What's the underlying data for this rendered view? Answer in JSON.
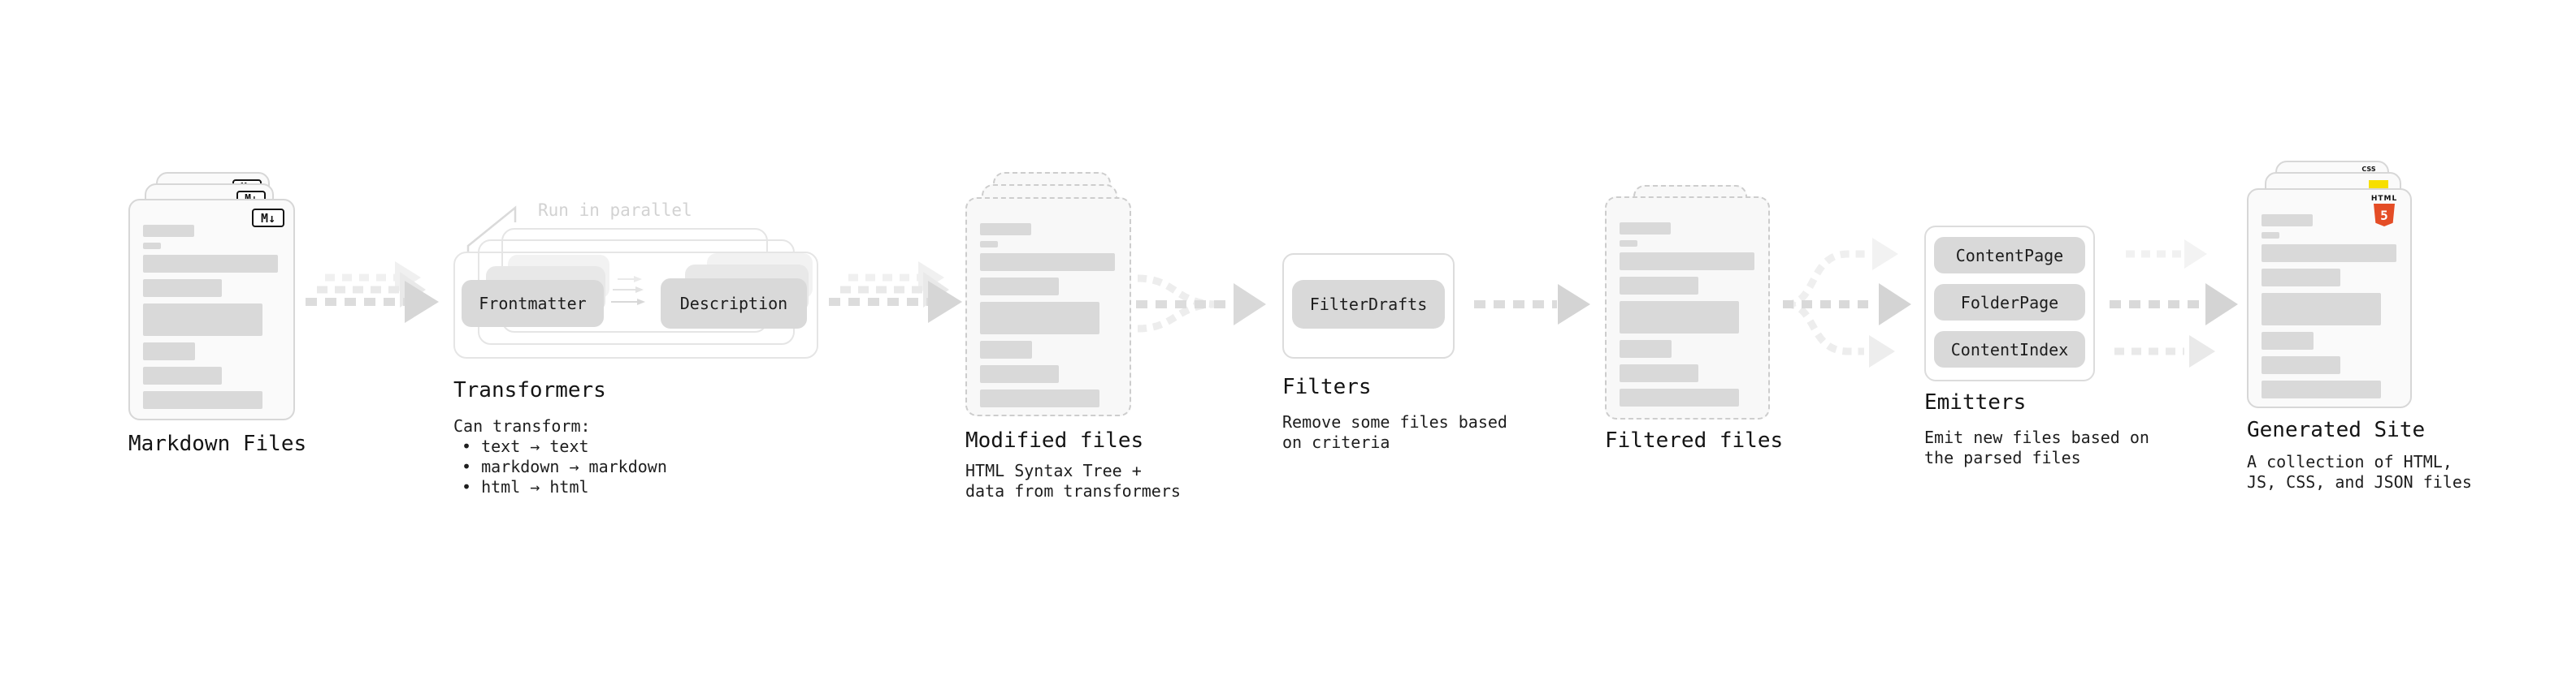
{
  "stages": {
    "markdown_files": {
      "title": "Markdown Files",
      "badge": "M↓"
    },
    "transformers": {
      "title": "Transformers",
      "callout": "Run in parallel",
      "frontmatter_button": "Frontmatter",
      "description_button": "Description",
      "notes": [
        "Can transform:",
        "• text → text",
        "• markdown → markdown",
        "• html → html"
      ]
    },
    "modified_files": {
      "title": "Modified files",
      "notes": [
        "HTML Syntax Tree +",
        "data from transformers"
      ]
    },
    "filters": {
      "title": "Filters",
      "filter_drafts_button": "FilterDrafts",
      "notes": [
        "Remove some files based",
        "on criteria"
      ]
    },
    "filtered_files": {
      "title": "Filtered files"
    },
    "emitters": {
      "title": "Emitters",
      "buttons": [
        "ContentPage",
        "FolderPage",
        "ContentIndex"
      ],
      "notes": [
        "Emit new files based on",
        "the parsed files"
      ]
    },
    "generated_site": {
      "title": "Generated Site",
      "notes": [
        "A collection of HTML,",
        "JS, CSS, and JSON files"
      ],
      "html5_badge_word": "HTML",
      "html5_badge_number": "5",
      "css_badge_word": "CSS"
    }
  },
  "colors": {
    "html5_orange": "#e44d26",
    "js_yellow": "#f7df00",
    "css_blue": "#2965f1",
    "arrow_gray": "#dcdcdc",
    "button_gray": "#d9d9d9"
  }
}
